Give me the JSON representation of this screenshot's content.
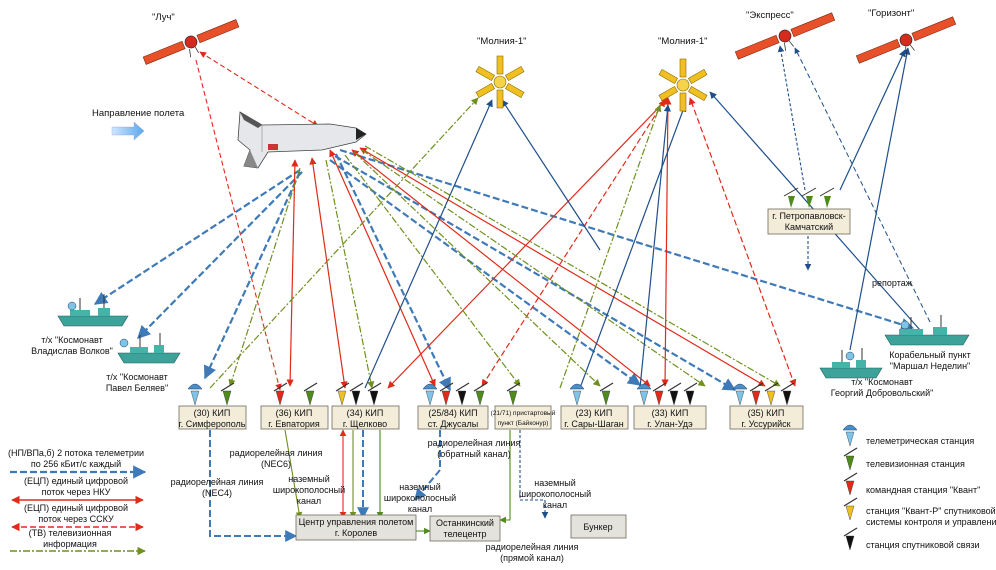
{
  "title": "",
  "satellites": {
    "luch": "\"Луч\"",
    "molniya_a": "\"Молния-1\"",
    "molniya_b": "\"Молния-1\"",
    "express": "\"Экспресс\"",
    "gorizont": "\"Горизонт\""
  },
  "flight_direction": "Направление полета",
  "ships": {
    "volkov": [
      "т/х \"Космонавт",
      "Владислав Волков\""
    ],
    "belyaev": [
      "т/х \"Космонавт",
      "Павел Беляев\""
    ],
    "nedelin": [
      "Корабельный пункт",
      "\"Маршал Неделин\""
    ],
    "dobrovolsky": [
      "т/х \"Космонавт",
      "Георгий Добровольский\""
    ]
  },
  "reportazh": "репортаж",
  "petropavlovsk": [
    "г. Петропавловск-",
    "Камчатский"
  ],
  "kip": [
    [
      "(30) КИП",
      "г. Симферополь"
    ],
    [
      "(36) КИП",
      "г. Евпатория"
    ],
    [
      "(34) КИП",
      "г. Щелково"
    ],
    [
      "(25/84) КИП",
      "ст. Джусалы"
    ],
    [
      "(21/71) пристартовый",
      "пункт (Байконур)"
    ],
    [
      "(23) КИП",
      "г. Сары-Шаган"
    ],
    [
      "(33) КИП",
      "г. Улан-Удэ"
    ],
    [
      "(35) КИП",
      "г. Уссурийск"
    ]
  ],
  "center": [
    "Центр управления полетом",
    "г. Королев"
  ],
  "ostankino": [
    "Останкинский",
    "телецентр"
  ],
  "bunker": "Бункер",
  "link_labels": {
    "nec4": [
      "радиорелейная линия",
      "(NEC4)"
    ],
    "nec6": [
      "радиорелейная линия",
      "(NEC6)"
    ],
    "wideband1": [
      "наземный",
      "широкополосный",
      "канал"
    ],
    "wideband2": [
      "наземный",
      "широкополосный",
      "канал"
    ],
    "wideband3": [
      "наземный",
      "широкополосный",
      "канал"
    ],
    "reverse": [
      "радиорелейная линия",
      "(обратный канал)"
    ],
    "direct": [
      "радиорелейная линия",
      "(прямой канал)"
    ]
  },
  "legend_left": [
    {
      "text": [
        "(НП/ВПа,б) 2 потока телеметрии",
        "по 256 кБит/с каждый"
      ],
      "color": "#3e7ab8",
      "style": "dashed-blue"
    },
    {
      "text": [
        "(ЕЦП) единый цифровой",
        "поток через НКУ"
      ],
      "color": "#e02a1a",
      "style": "solid-red"
    },
    {
      "text": [
        "(ЕЦП) единый цифровой",
        "поток через ССКУ"
      ],
      "color": "#e02a1a",
      "style": "dashed-red"
    },
    {
      "text": [
        "(ТВ) телевизионная",
        "информация"
      ],
      "color": "#6f8f1e",
      "style": "dashdot-green"
    }
  ],
  "legend_right": [
    {
      "text": [
        "телеметрическая станция"
      ],
      "icon": "telemetry-dish-icon"
    },
    {
      "text": [
        "телевизионная станция"
      ],
      "icon": "tv-station-icon"
    },
    {
      "text": [
        "командная станция \"Квант\""
      ],
      "icon": "kvant-command-icon"
    },
    {
      "text": [
        "станция \"Квант-Р\" спутниковой",
        "системы контроля и управления"
      ],
      "icon": "kvant-r-icon"
    },
    {
      "text": [
        "станция спутниковой связи"
      ],
      "icon": "satcom-station-icon"
    }
  ],
  "colors": {
    "telemetry": "#3e7ab8",
    "command": "#e02a1a",
    "tv": "#6f8f1e",
    "green_link": "#4f8a1c",
    "box_fill": "#f2ecd9",
    "molniya": "#f0c020"
  }
}
